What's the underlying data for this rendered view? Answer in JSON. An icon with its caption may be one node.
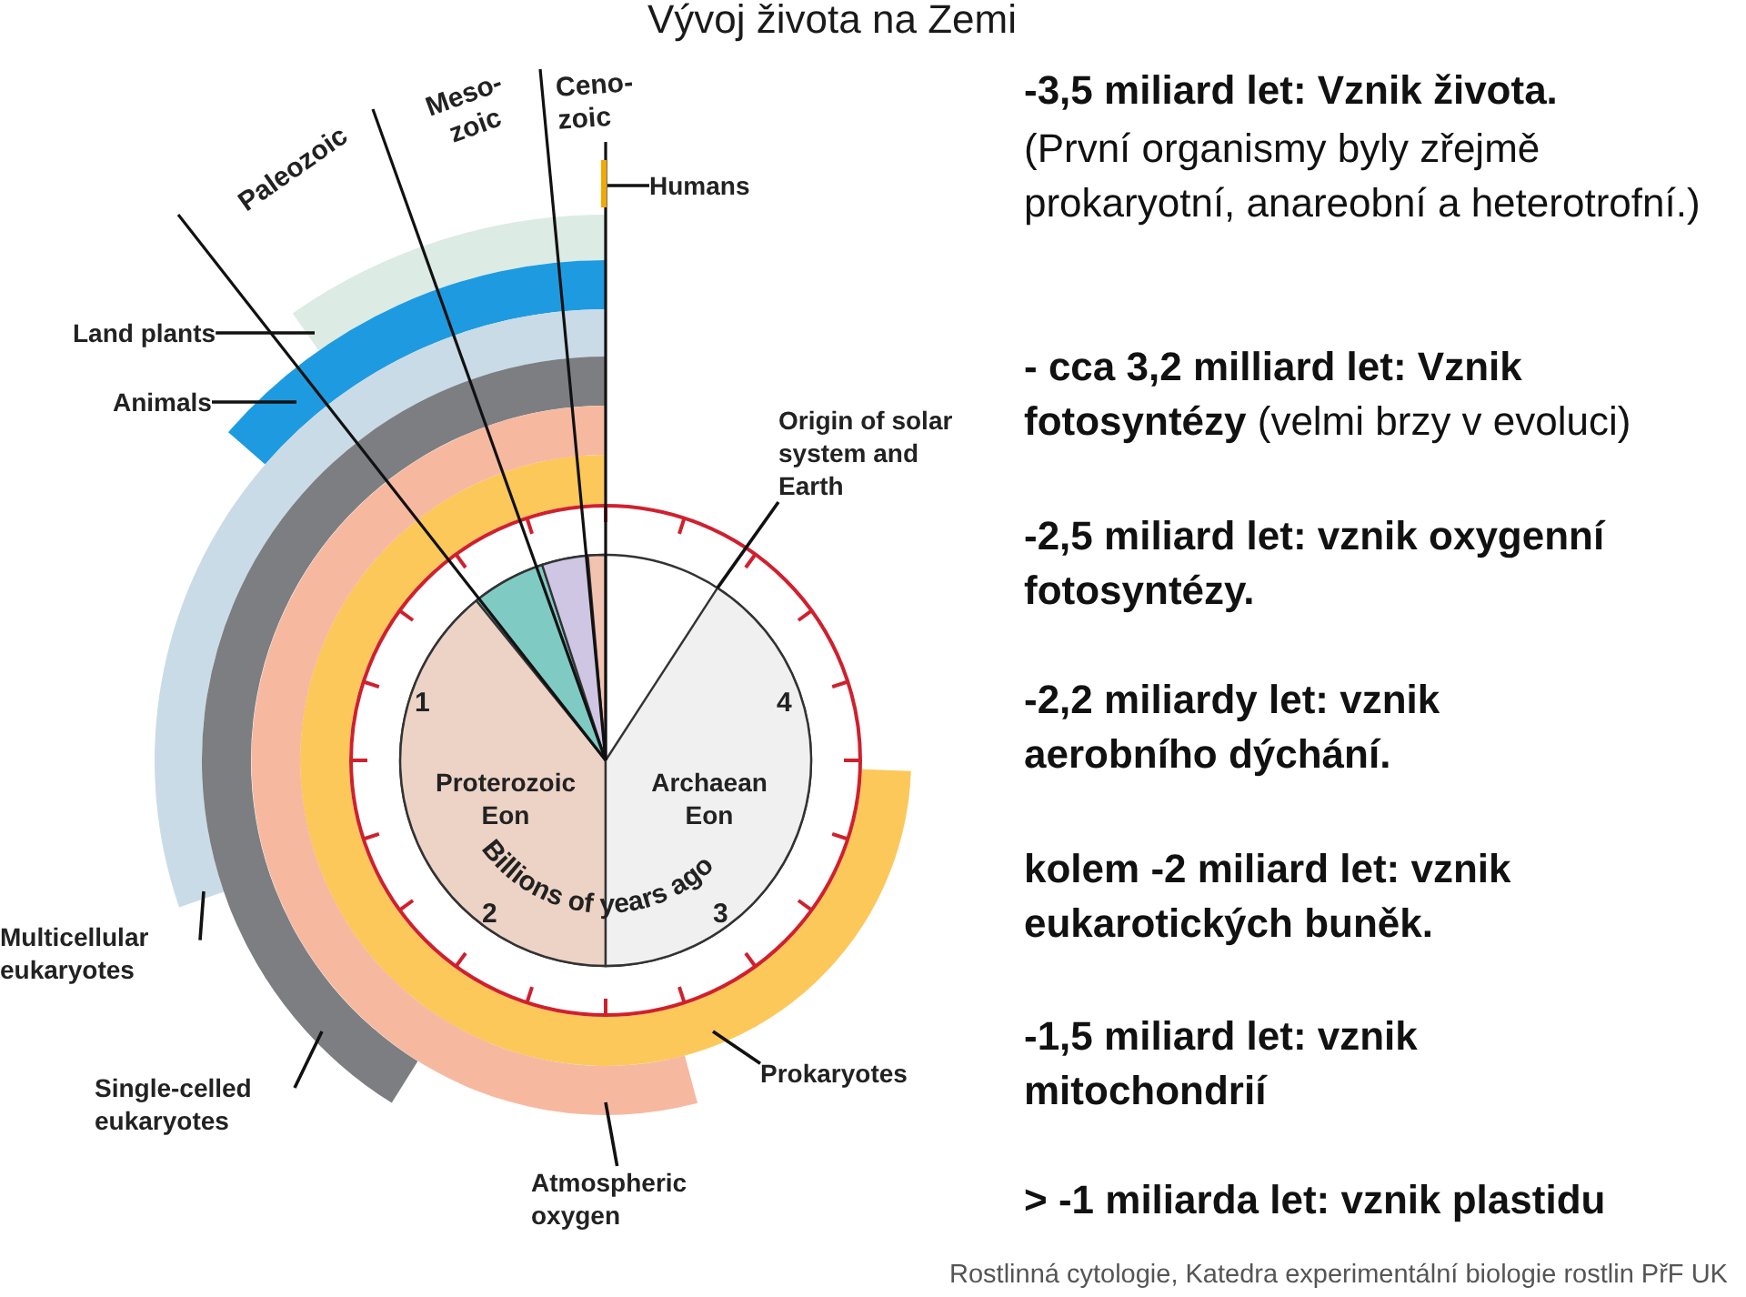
{
  "diagram": {
    "title": "Vývoj života na Zemi",
    "caption": "Rostlinná cytologie, Katedra experimentální biologie rostlin PřF UK",
    "nodes": [
      {
        "text": [
          "Humans"
        ]
      },
      {
        "text": [],
        "shape": "bar"
      },
      {
        "text": [
          "Land plants"
        ]
      },
      {
        "text": [],
        "shape": "arc"
      },
      {
        "text": [
          "Animals"
        ]
      },
      {
        "text": [],
        "shape": "arc"
      },
      {
        "text": [
          "Origin of solar system and Earth"
        ]
      },
      {
        "text": [
          "Proterozoic Eon"
        ]
      },
      {
        "text": [
          "Archaean Eon"
        ]
      },
      {
        "text": [
          "Multicellular eukaryotes"
        ]
      },
      {
        "text": [],
        "shape": "arc"
      },
      {
        "text": [
          "Single-celled eukaryotes"
        ]
      },
      {
        "text": [],
        "shape": "arc"
      },
      {
        "text": [
          "Prokaryotes"
        ]
      },
      {
        "text": [],
        "shape": "arc"
      },
      {
        "text": [
          "Atmospheric oxygen"
        ]
      },
      {
        "text": [],
        "shape": "arc"
      }
    ],
    "edges": [
      {
        "from": 0,
        "to": 1,
        "arrow": "none"
      },
      {
        "from": 2,
        "to": 3,
        "arrow": "none"
      },
      {
        "from": 4,
        "to": 5,
        "arrow": "none"
      },
      {
        "from": 6,
        "to": 8,
        "arrow": "none"
      },
      {
        "from": 9,
        "to": 10,
        "arrow": "none"
      },
      {
        "from": 11,
        "to": 12,
        "arrow": "none"
      },
      {
        "from": 13,
        "to": 14,
        "arrow": "none"
      },
      {
        "from": 15,
        "to": 16,
        "arrow": "none"
      }
    ],
    "labels": [
      "Ceno- zoic",
      "Meso- zoic",
      "Paleozoic",
      "1",
      "4",
      "Billions of years ago",
      "2",
      "3",
      "-3,5 miliard let: Vznik života.",
      "(První organismy byly zřejmě prokaryotní, anareobní a heterotrofní.)",
      "**- cca 3,2 milliard let: Vznik fotosyntézy** (velmi brzy v evoluci)",
      "-2,5 miliard let: vznik oxygenní fotosyntézy.",
      "-2,2 miliardy let: vznik aerobního dýchání.",
      "kolem -2 miliard let: vznik eukarotických buněk.",
      "-1,5 miliard let: vznik mitochondrií",
      "> -1 miliarda let: vznik plastidu"
    ]
  }
}
